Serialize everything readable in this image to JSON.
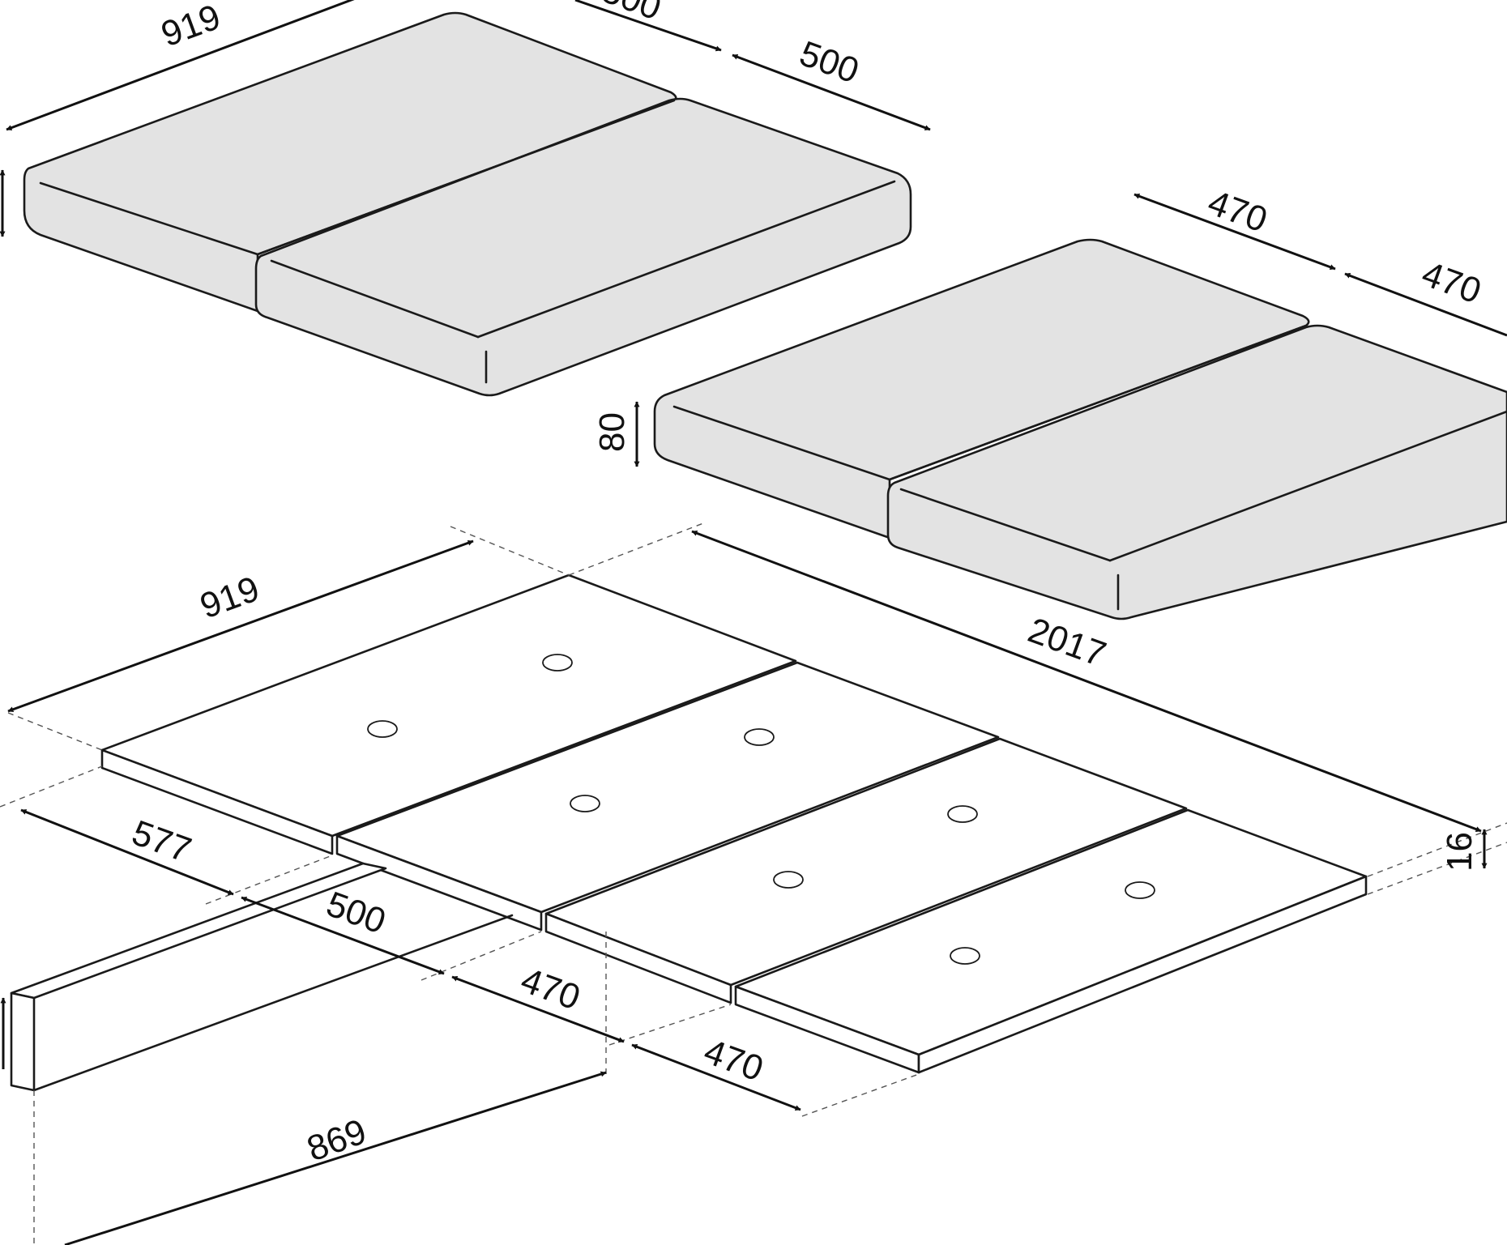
{
  "dimensions": {
    "mattress_a_length": "919",
    "mattress_a_width_top": "500",
    "mattress_a_width_right": "500",
    "mattress_b_width_left": "470",
    "mattress_b_width_right": "470",
    "mattress_b_height": "80",
    "slats_length": "919",
    "overall_length": "2017",
    "slat_width_1": "577",
    "slat_width_2": "500",
    "slat_width_3": "470",
    "slat_width_4": "470",
    "beam_length": "869",
    "board_thickness": "16"
  },
  "colors": {
    "cushion_fill": "#e3e3e3",
    "line": "#1a1a1a"
  }
}
